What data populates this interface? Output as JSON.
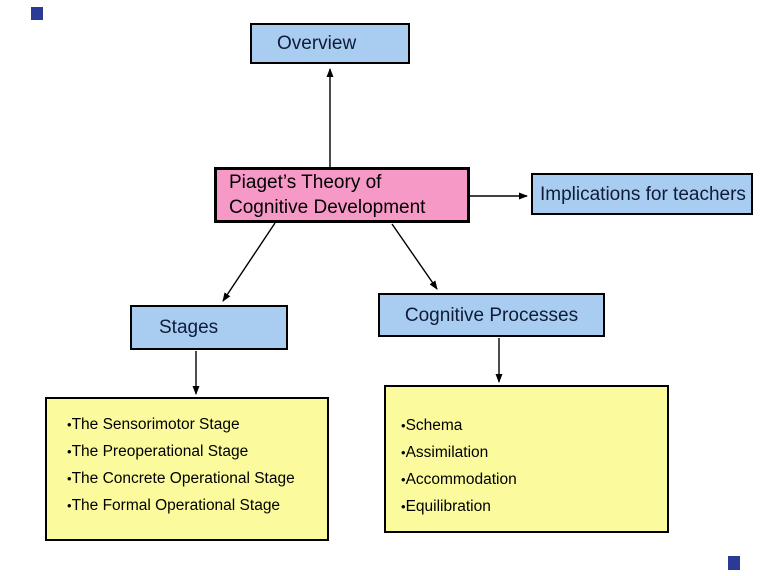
{
  "slide": {
    "title_box": {
      "line1": "Piaget’s Theory of",
      "line2": "Cognitive Development"
    },
    "nodes": {
      "overview": "Overview",
      "implications": "Implications for teachers",
      "stages": "Stages",
      "cognitive_processes": "Cognitive Processes"
    },
    "stages_list": [
      "The Sensorimotor Stage",
      "The Preoperational Stage",
      "The Concrete Operational Stage",
      "The Formal Operational Stage"
    ],
    "processes_list": [
      "Schema",
      "Assimilation",
      "Accommodation",
      "Equilibration"
    ],
    "colors": {
      "node_blue": "#A9CCF1",
      "node_pink": "#F699C7",
      "list_yellow": "#FBFA9D",
      "blue_text": "#0E1C38",
      "connector_black": "#000000",
      "accent_navy": "#2A3A95"
    }
  }
}
